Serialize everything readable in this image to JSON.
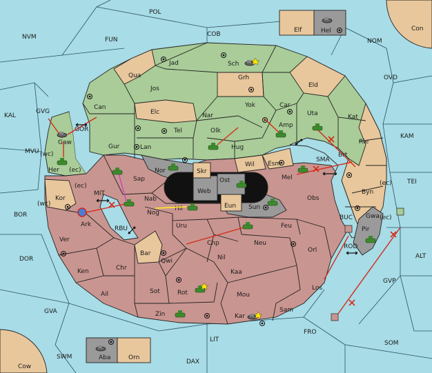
{
  "colors": {
    "sea": "#a8dce6",
    "green": "#a9cc98",
    "red": "#c99590",
    "tan": "#e8c79c",
    "grey": "#9a9a9a",
    "black": "#111111",
    "move_arrow": "#d42a1a",
    "convoy_arrow": "#ffee22",
    "support_arrow": "#d040c0"
  },
  "sea_labels": {
    "pol": "POL",
    "cob": "COB",
    "nvm": "NVM",
    "fun": "FUN",
    "nom": "NOM",
    "ovd": "OVD",
    "kal": "KAL",
    "gvg": "GVG",
    "gor": "GOR",
    "mvu": "MVU",
    "kam": "KAM",
    "sma": "SMA",
    "tei": "TEI",
    "mit": "MIT",
    "bor": "BOR",
    "rbu": "RBU",
    "buc": "BUC",
    "rod": "ROD",
    "dor": "DOR",
    "alt": "ALT",
    "gvp": "GVP",
    "gva": "GVA",
    "fro": "FRO",
    "som": "SOM",
    "lit": "LIT",
    "swm": "SWM",
    "dax": "DAX"
  },
  "corner_labels": {
    "con": "Con",
    "cow": "Cow"
  },
  "islands": {
    "elf": "Elf",
    "hel": "Hel",
    "aba": "Aba",
    "orn": "Orn"
  },
  "green_provinces": {
    "jad": "Jad",
    "sch": "Sch",
    "qua": "Qua",
    "jos": "Jos",
    "grh": "Grh",
    "can": "Can",
    "elc": "Elc",
    "yok": "Yok",
    "car": "Car",
    "uta": "Uta",
    "eld": "Eld",
    "kat": "Kat",
    "nar": "Nar",
    "tel": "Tel",
    "olk": "Olk",
    "amp": "Amp",
    "gur": "Gur",
    "lan": "Lan",
    "hug": "Hug",
    "gaw": "Gaw",
    "her": "Her",
    "sap": "Sap"
  },
  "tan_provinces": {
    "rie": "Rie",
    "byn": "Byn",
    "gwa": "Gwa",
    "kor": "Kor",
    "wil": "Wil",
    "esm": "Esm",
    "bar": "Bar",
    "skr": "Skr",
    "eun": "Eun"
  },
  "grey_provinces": {
    "nor": "Nor",
    "web": "Web",
    "ost": "Ost",
    "sun": "Sun",
    "pir": "Pir"
  },
  "red_provinces": {
    "mel": "Mel",
    "obs": "Obs",
    "nab": "Nab",
    "hil": "Hil",
    "nog": "Nog",
    "ark": "Ark",
    "uru": "Uru",
    "feu": "Feu",
    "ver": "Ver",
    "chp": "Chp",
    "neu": "Neu",
    "orl": "Orl",
    "qwi": "Qwi",
    "nil": "Nil",
    "ken": "Ken",
    "chr": "Chr",
    "kaa": "Kaa",
    "ail": "Ail",
    "sot": "Sot",
    "rot": "Rot",
    "mou": "Mou",
    "los": "Los",
    "zin": "Zin",
    "kar": "Kar",
    "sam": "Sam"
  },
  "unlabeled": {
    "brt": "Brt"
  },
  "coast_tags": {
    "wc1": "(wc)",
    "ec1": "(ec)",
    "ec2": "(ec)",
    "wc2": "(wc)",
    "ec3": "(ec)",
    "ec4": "(ec)"
  },
  "units": [
    {
      "name": "fleet-hel",
      "type": "fleet",
      "owner": "grey"
    },
    {
      "name": "fleet-sch",
      "type": "fleet",
      "owner": "grey"
    },
    {
      "name": "fleet-gvg",
      "type": "fleet",
      "owner": "grey"
    },
    {
      "name": "army-her",
      "type": "army",
      "owner": "green"
    },
    {
      "name": "army-uta",
      "type": "army",
      "owner": "green"
    },
    {
      "name": "army-amp",
      "type": "army",
      "owner": "green"
    },
    {
      "name": "army-hug",
      "type": "army",
      "owner": "green"
    },
    {
      "name": "army-sap",
      "type": "army",
      "owner": "green"
    },
    {
      "name": "army-nab",
      "type": "army",
      "owner": "green"
    },
    {
      "name": "army-hil",
      "type": "army",
      "owner": "green"
    },
    {
      "name": "army-nor",
      "type": "army",
      "owner": "green"
    },
    {
      "name": "army-ost",
      "type": "army",
      "owner": "green"
    },
    {
      "name": "army-mel",
      "type": "army",
      "owner": "green"
    },
    {
      "name": "army-sun",
      "type": "army",
      "owner": "green"
    },
    {
      "name": "army-feu",
      "type": "army",
      "owner": "green"
    },
    {
      "name": "army-rot",
      "type": "army",
      "owner": "green"
    },
    {
      "name": "army-zin",
      "type": "army",
      "owner": "green"
    },
    {
      "name": "fleet-kar",
      "type": "fleet",
      "owner": "grey"
    },
    {
      "name": "army-pir",
      "type": "army",
      "owner": "green"
    },
    {
      "name": "fleet-aba",
      "type": "fleet",
      "owner": "grey"
    }
  ]
}
